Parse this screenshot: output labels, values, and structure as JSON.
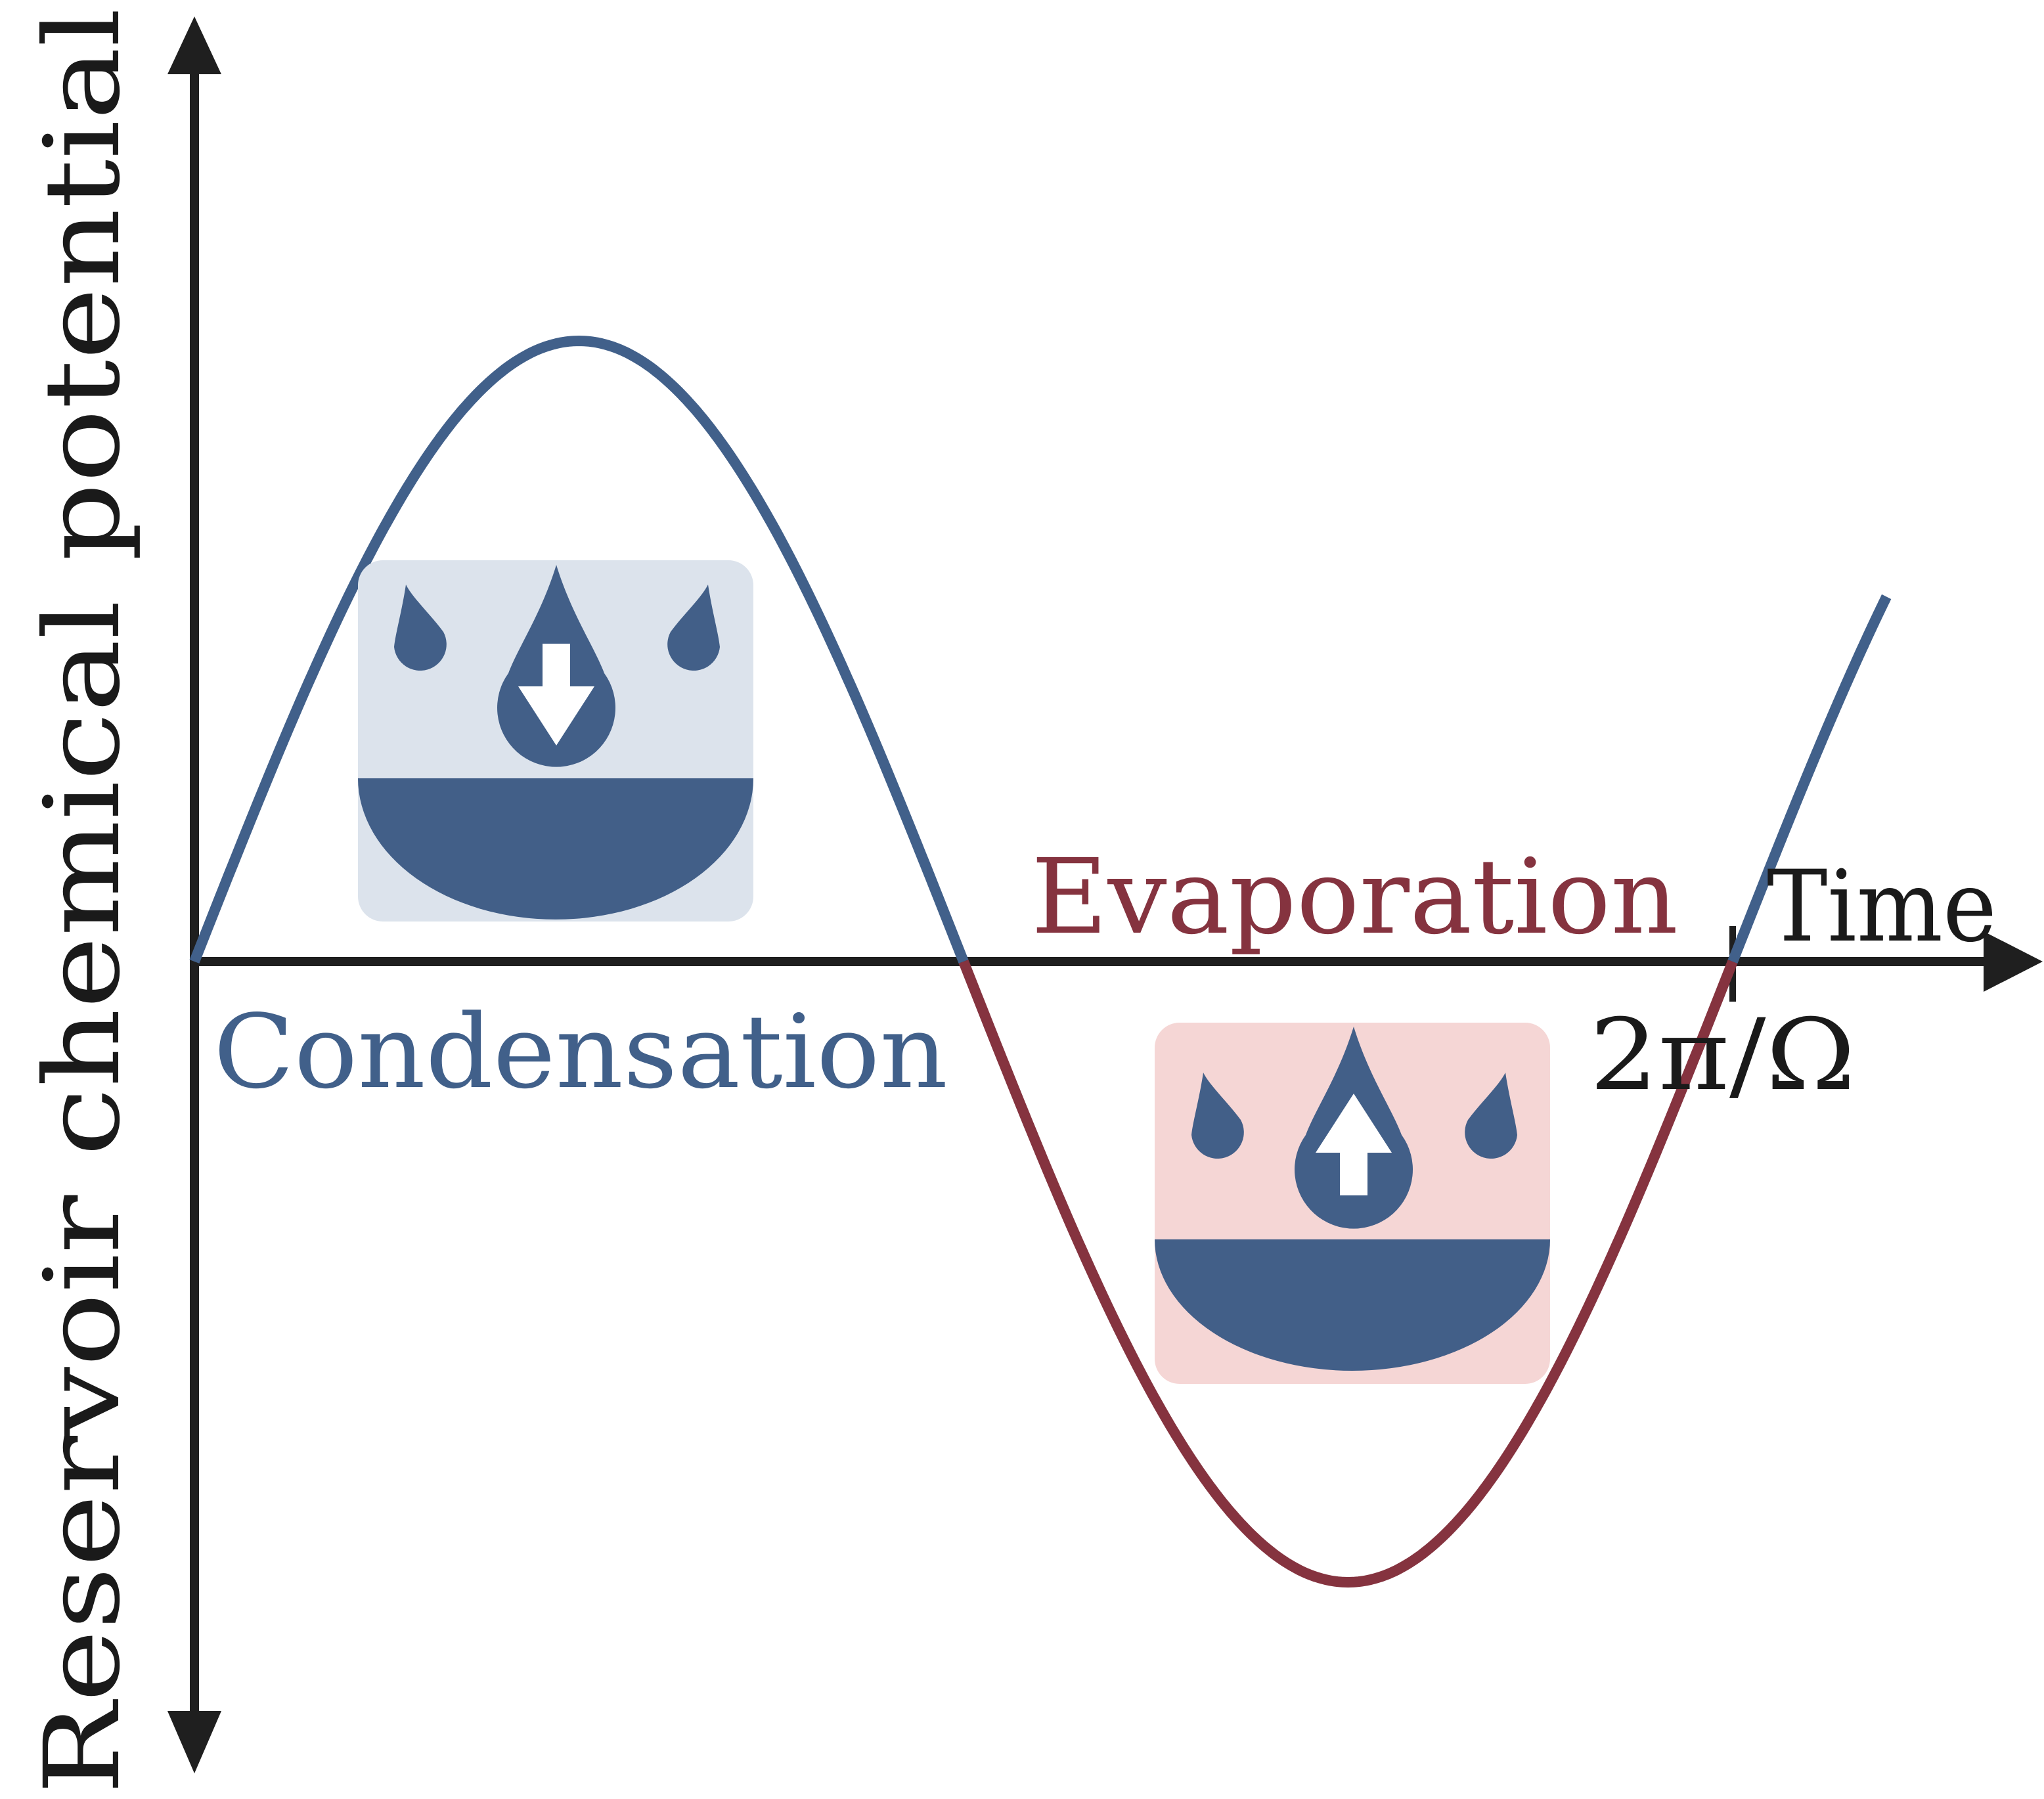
{
  "labels": {
    "y_axis": "Reservoir chemical potential",
    "x_axis": "Time",
    "period_tick": "2π/Ω",
    "condensation": "Condensation",
    "evaporation": "Evaporation"
  },
  "colors": {
    "axis": "#1f1f1f",
    "positive_curve": "#41608a",
    "negative_curve": "#85333f",
    "condensation_panel": "#dce3ec",
    "evaporation_panel": "#f5d6d5",
    "liquid": "#425f88",
    "white": "#ffffff"
  },
  "icons": {
    "condensation": "droplet-down-arrow-icon",
    "evaporation": "droplet-up-arrow-icon"
  },
  "curve": {
    "function": "sine",
    "periods_shown": 1.1,
    "positive_phase": "Condensation",
    "negative_phase": "Evaporation"
  }
}
